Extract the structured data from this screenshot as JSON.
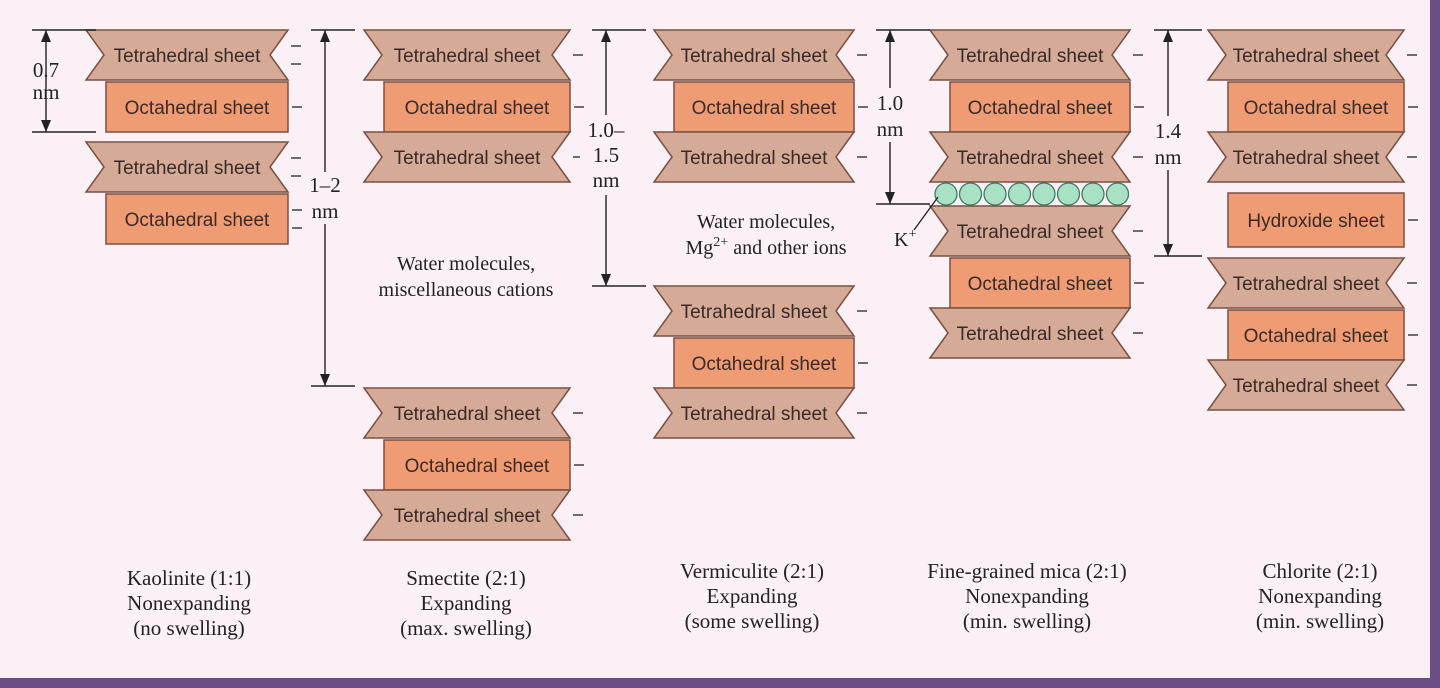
{
  "labels": {
    "tetrahedral": "Tetrahedral sheet",
    "octahedral": "Octahedral sheet",
    "hydroxide": "Hydroxide sheet"
  },
  "colors": {
    "tetrahedral": "#d5aa97",
    "octahedral": "#ef9c74",
    "hydroxide": "#ef9c74",
    "outline": "#7a4f42",
    "potassium": "#a9e1c4",
    "frame": "#6b4e86",
    "background": "#fbf0f6"
  },
  "dimensions": {
    "kaolinite": [
      "0.7",
      "nm"
    ],
    "smectite": [
      "1–2",
      "nm"
    ],
    "vermiculite": [
      "1.0–",
      "1.5",
      "nm"
    ],
    "mica": [
      "1.0",
      "nm"
    ],
    "chlorite": [
      "1.4",
      "nm"
    ]
  },
  "notes": {
    "smectite": [
      "Water molecules,",
      "miscellaneous cations"
    ],
    "vermiculite_line1": "Water molecules,",
    "vermiculite_mg": "Mg",
    "vermiculite_charge": "2+",
    "vermiculite_rest": " and other ions",
    "potassium": "K",
    "potassium_charge": "+"
  },
  "captions": [
    {
      "id": "kaolinite",
      "lines": [
        "Kaolinite (1:1)",
        "Nonexpanding",
        "(no swelling)"
      ]
    },
    {
      "id": "smectite",
      "lines": [
        "Smectite (2:1)",
        "Expanding",
        "(max. swelling)"
      ]
    },
    {
      "id": "vermiculite",
      "lines": [
        "Vermiculite (2:1)",
        "Expanding",
        "(some swelling)"
      ]
    },
    {
      "id": "mica",
      "lines": [
        "Fine-grained mica (2:1)",
        "Nonexpanding",
        "(min. swelling)"
      ]
    },
    {
      "id": "chlorite",
      "lines": [
        "Chlorite (2:1)",
        "Nonexpanding",
        "(min. swelling)"
      ]
    }
  ]
}
